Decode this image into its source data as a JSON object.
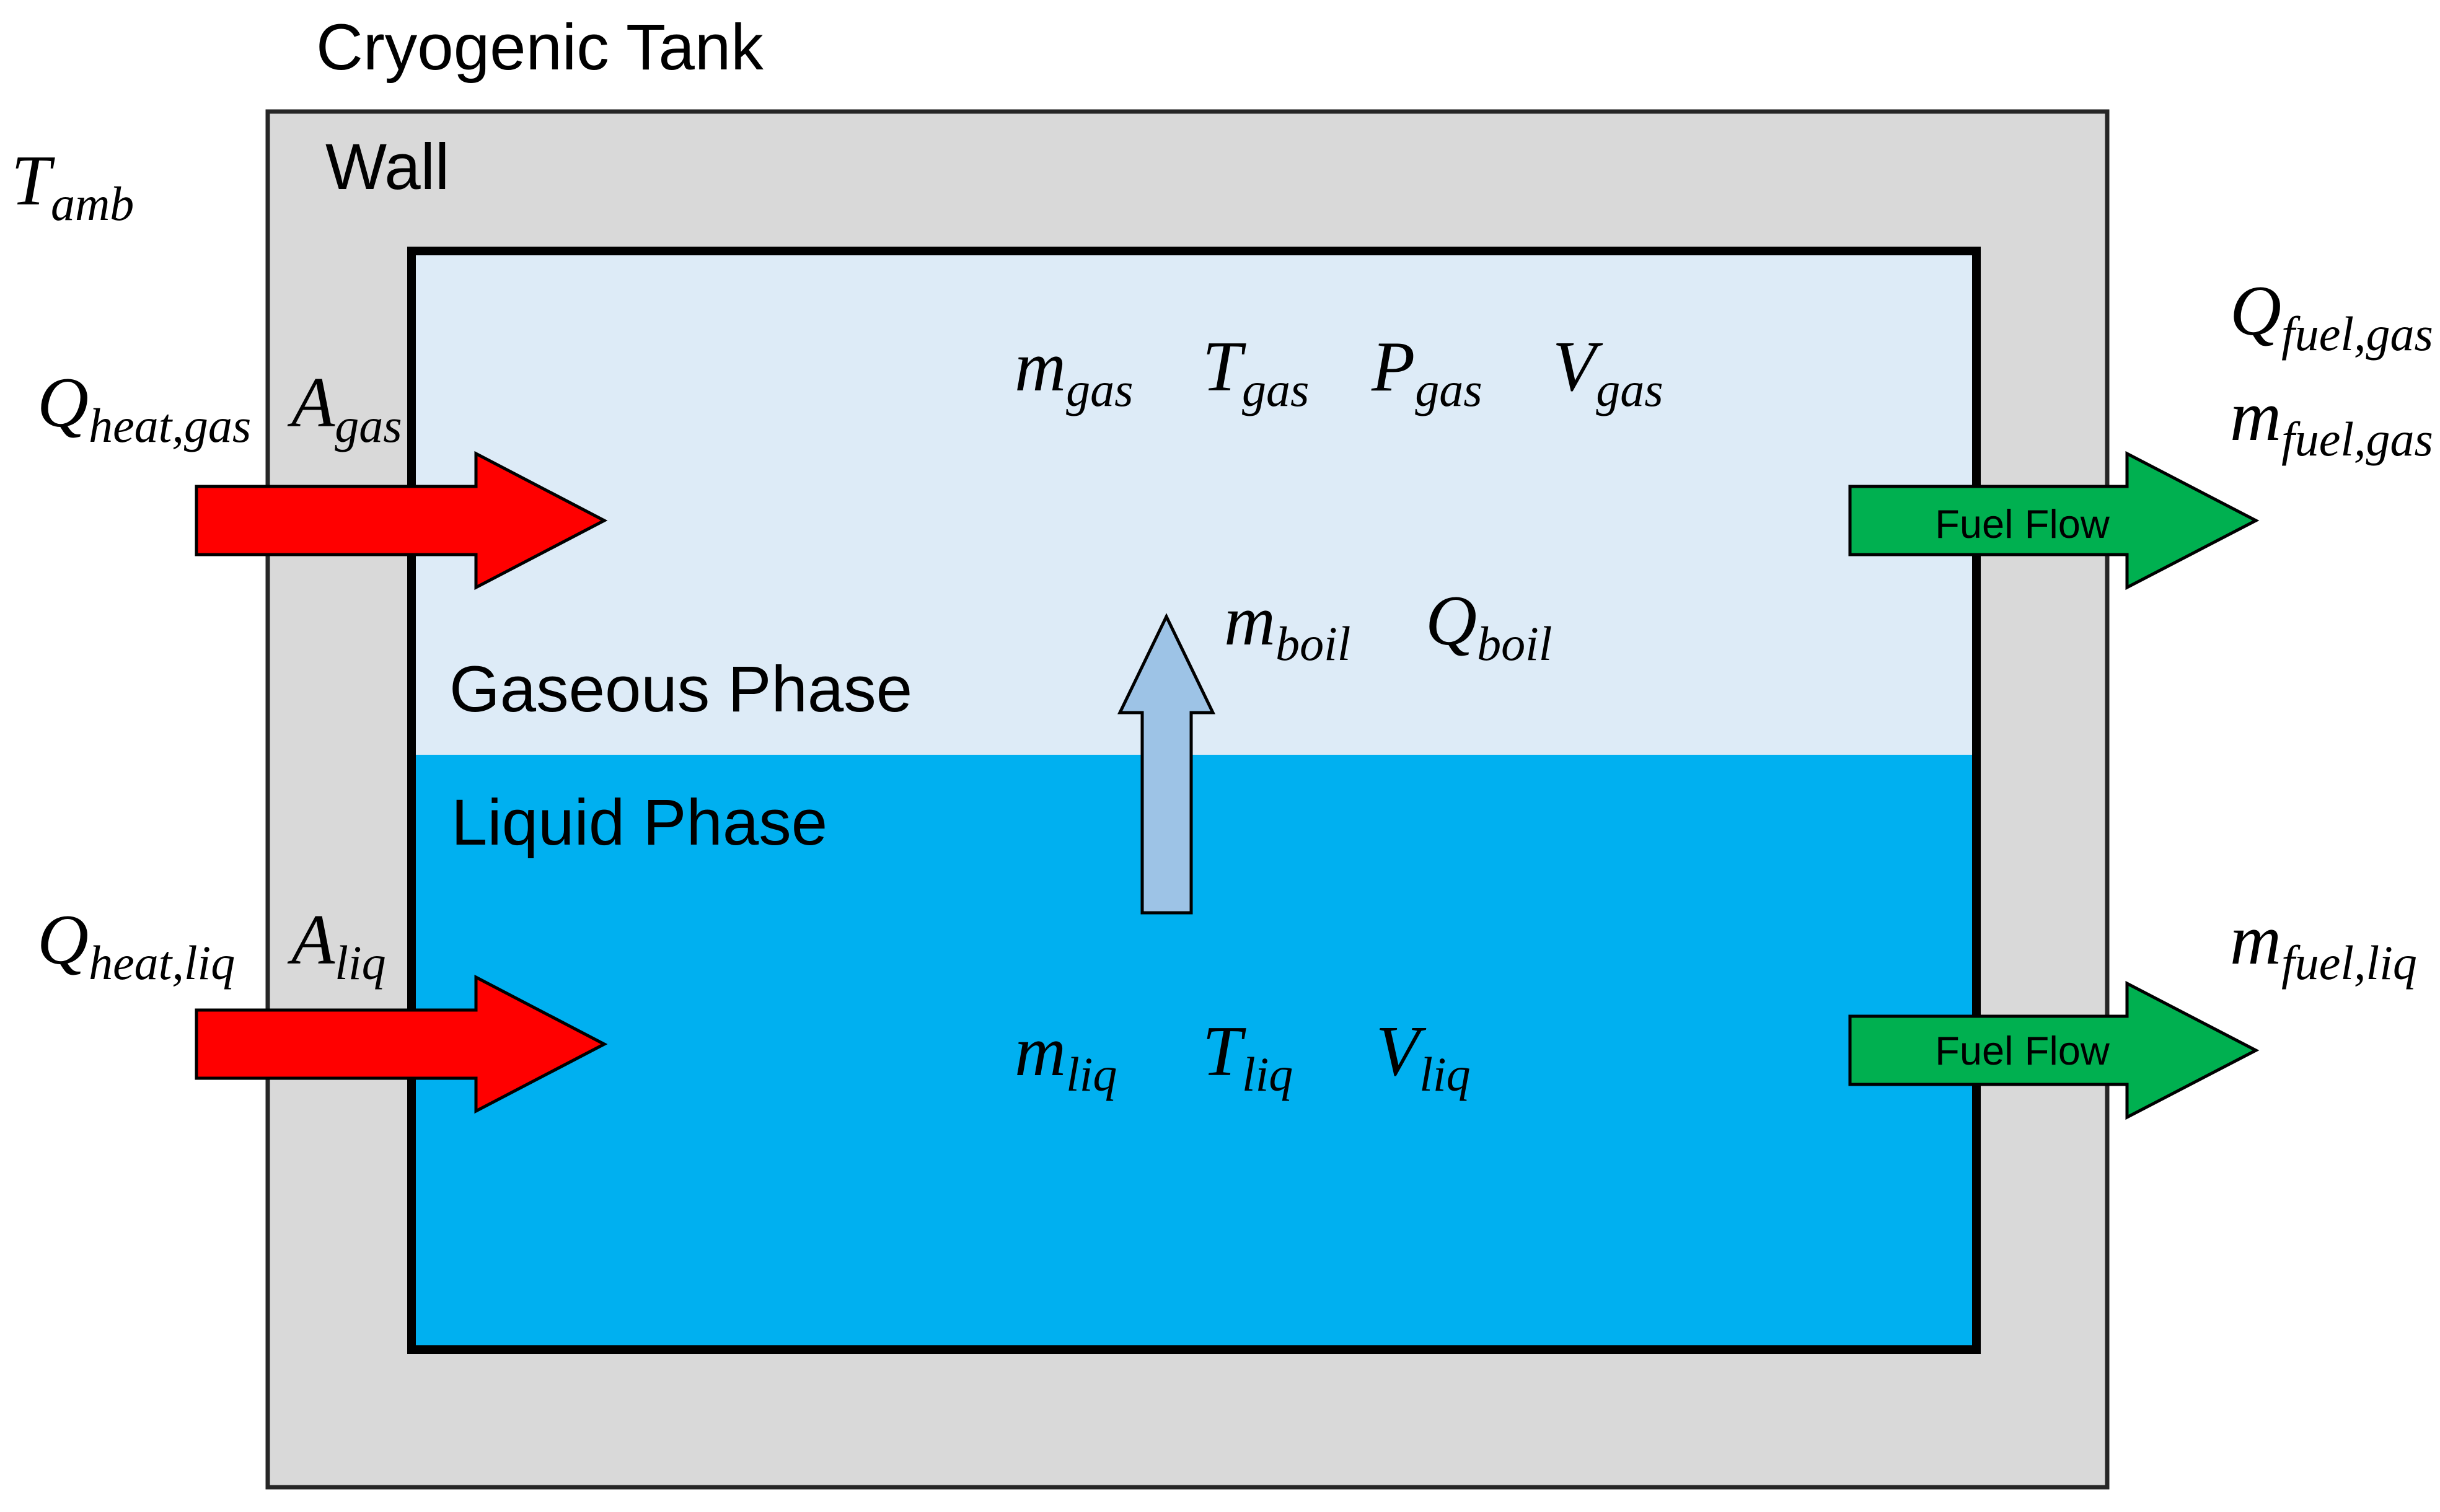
{
  "title": "Cryogenic Tank",
  "wall_label": "Wall",
  "phases": {
    "gas_label": "Gaseous Phase",
    "liquid_label": "Liquid Phase"
  },
  "ambient": {
    "base": "T",
    "sub": "amb"
  },
  "heat_inputs": {
    "gas": {
      "base": "Q",
      "sub": "heat,gas"
    },
    "liq": {
      "base": "Q",
      "sub": "heat,liq"
    }
  },
  "areas": {
    "gas": {
      "base": "A",
      "sub": "gas"
    },
    "liq": {
      "base": "A",
      "sub": "liq"
    }
  },
  "gas_vars": [
    {
      "base": "m",
      "sub": "gas"
    },
    {
      "base": "T",
      "sub": "gas"
    },
    {
      "base": "P",
      "sub": "gas"
    },
    {
      "base": "V",
      "sub": "gas"
    }
  ],
  "boil_vars": [
    {
      "base": "m",
      "sub": "boil"
    },
    {
      "base": "Q",
      "sub": "boil"
    }
  ],
  "liq_vars": [
    {
      "base": "m",
      "sub": "liq"
    },
    {
      "base": "T",
      "sub": "liq"
    },
    {
      "base": "V",
      "sub": "liq"
    }
  ],
  "outputs": {
    "gas_heat": {
      "base": "Q",
      "sub": "fuel,gas"
    },
    "gas_mass": {
      "base": "m",
      "sub": "fuel,gas"
    },
    "liq_mass": {
      "base": "m",
      "sub": "fuel,liq"
    },
    "fuel_flow_label": "Fuel Flow"
  },
  "colors": {
    "wall": "#d9d9d9",
    "gas": "#ddebf7",
    "liquid": "#00b0f0",
    "heat_arrow": "#ff0000",
    "fuel_arrow": "#00b050",
    "boil_arrow": "#9dc3e6"
  }
}
